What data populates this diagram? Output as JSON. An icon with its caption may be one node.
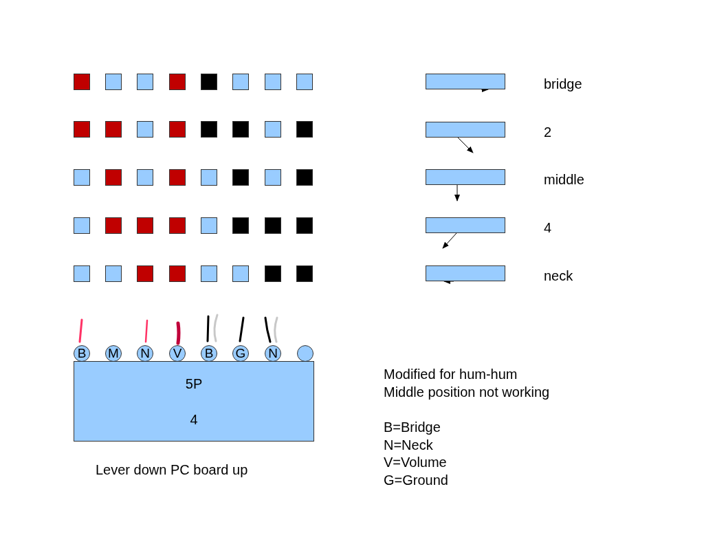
{
  "diagram": {
    "nodes": [
      {
        "text": [],
        "shape": "bar",
        "beside": [
          "bridge"
        ]
      },
      {
        "text": [],
        "shape": "bar",
        "beside": [
          "2"
        ]
      },
      {
        "text": [],
        "shape": "bar",
        "beside": [
          "middle"
        ]
      },
      {
        "text": [],
        "shape": "bar",
        "beside": [
          "4"
        ]
      },
      {
        "text": [],
        "shape": "bar",
        "beside": [
          "neck"
        ]
      },
      {
        "text": [
          "B"
        ]
      },
      {
        "text": [
          "M"
        ]
      },
      {
        "text": [
          "N"
        ]
      },
      {
        "text": [
          "V"
        ]
      },
      {
        "text": [
          "B"
        ]
      },
      {
        "text": [
          "G"
        ]
      },
      {
        "text": [
          "N"
        ]
      },
      {
        "text": [],
        "shape": "circle"
      },
      {
        "text": [
          "5P",
          "4"
        ]
      }
    ],
    "labels": [
      "Modified for hum-hum",
      "Middle position not working",
      "B=Bridge",
      "N=Neck",
      "V=Volume",
      "G=Ground",
      "Lever down PC board up"
    ]
  }
}
